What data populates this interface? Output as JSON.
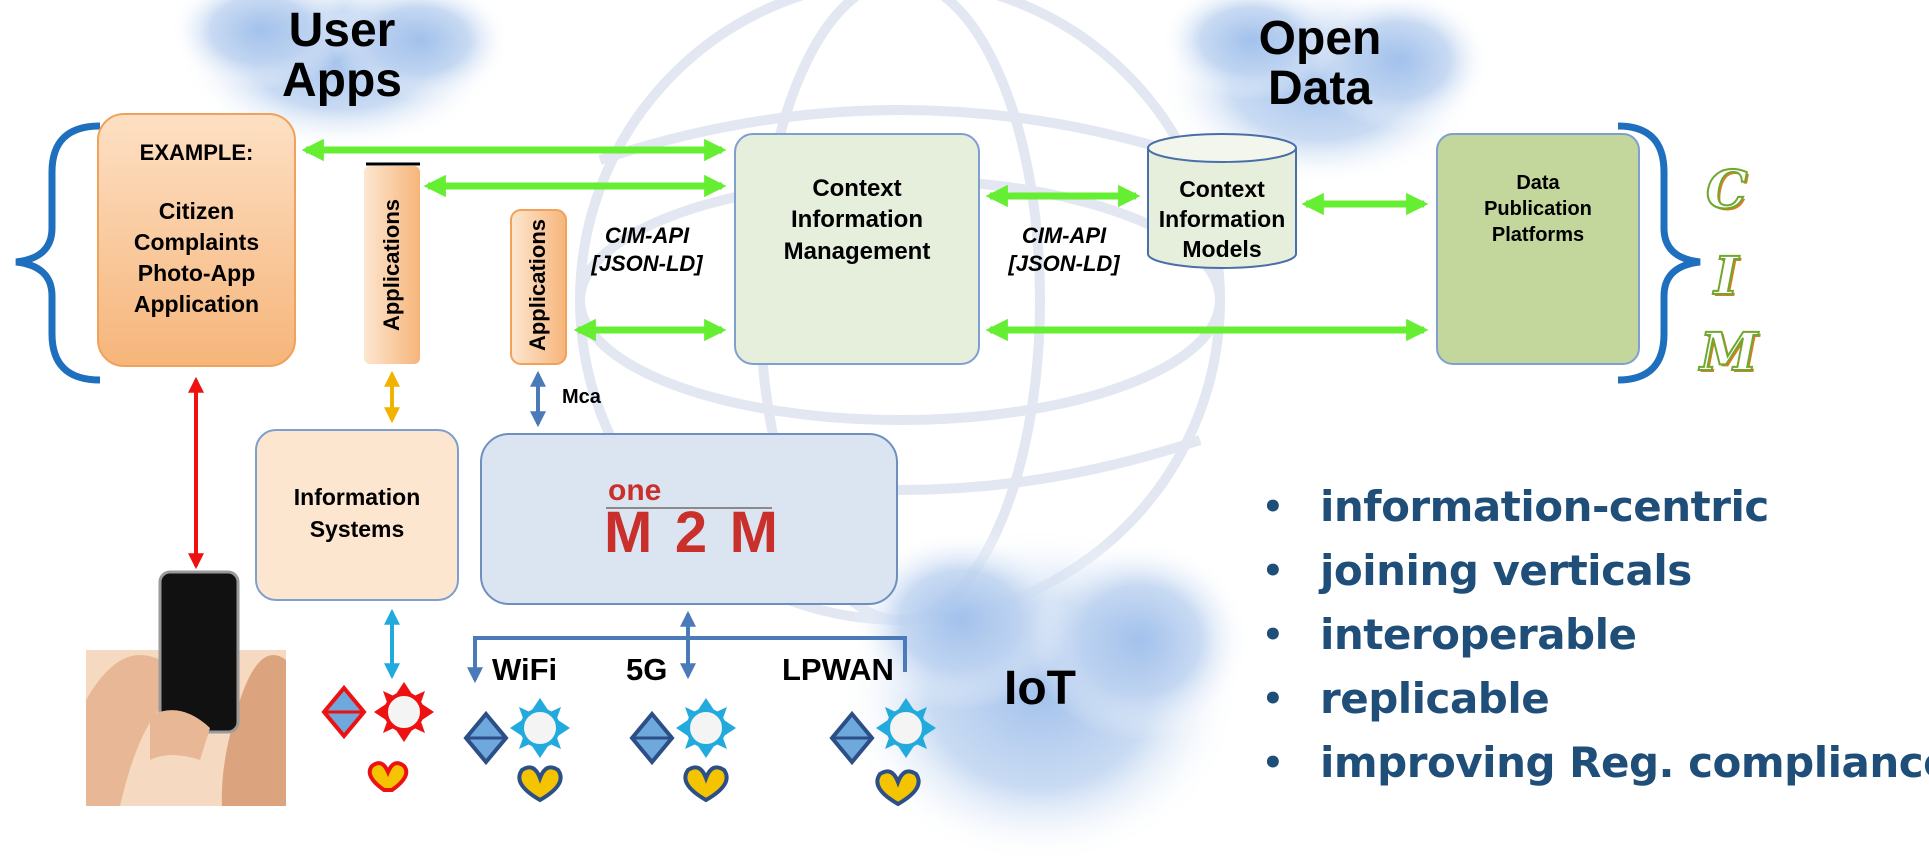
{
  "clouds": {
    "user_apps": "User\nApps",
    "open_data": "Open\nData",
    "iot": "IoT"
  },
  "example_box": {
    "heading": "EXAMPLE:",
    "body": "Citizen\nComplaints\nPhoto-App\nApplication"
  },
  "applications_label_1": "Applications",
  "applications_label_2": "Applications",
  "context_management": "Context\nInformation\nManagement",
  "context_models": "Context\nInformation\nModels",
  "data_publication": "Data\nPublication\nPlatforms",
  "cim_api_1": "CIM-API\n[JSON-LD]",
  "cim_api_2": "CIM-API\n[JSON-LD]",
  "mca_label": "Mca",
  "information_systems": "Information\nSystems",
  "onem2m_logo": {
    "top": "one",
    "bottom": "M2M"
  },
  "networks": {
    "wifi": "WiFi",
    "g5": "5G",
    "lpwan": "LPWAN"
  },
  "cim_letters": [
    "C",
    "I",
    "M"
  ],
  "bullets": [
    "information-centric",
    "joining verticals",
    "interoperable",
    "replicable",
    "improving Reg. compliance"
  ],
  "colors": {
    "green_arrow": "#66ee33",
    "red_arrow": "#ee1111",
    "yellow_arrow": "#f0b400",
    "blue_arrow": "#4a7ab8",
    "cyan_arrow": "#22aadd",
    "brace": "#1f6fbf",
    "bullet_text": "#1f4e79",
    "orange_box": "#f8c08c",
    "context_box": "#e6eedc",
    "publication_box": "#c3d69b",
    "onem2m_box": "#dbe5f1",
    "cloud": "#bcd2f0"
  },
  "icons": [
    "smartphone-hand-photo",
    "sensor-diamond-icon",
    "sun-sensor-icon",
    "heart-sensor-icon",
    "globe-watermark"
  ]
}
